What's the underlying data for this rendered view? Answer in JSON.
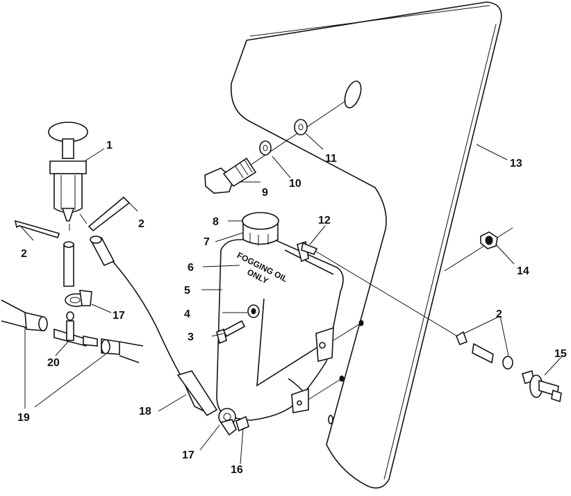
{
  "tank_text": [
    "FOGGING OIL",
    "ONLY"
  ],
  "callouts": [
    "1",
    "2",
    "2",
    "2",
    "3",
    "4",
    "5",
    "6",
    "7",
    "8",
    "9",
    "10",
    "11",
    "12",
    "13",
    "14",
    "15",
    "16",
    "17",
    "17",
    "18",
    "19",
    "20"
  ]
}
